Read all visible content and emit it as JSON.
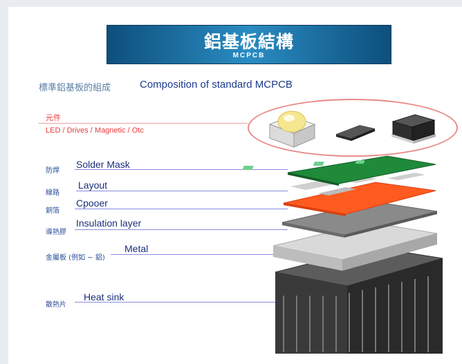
{
  "banner": {
    "title": "鋁基板結構",
    "subtitle": "MCPCB"
  },
  "heading": {
    "zh": "標準鋁基板的組成",
    "en": "Composition of standard MCPCB"
  },
  "components": {
    "zh": "元件",
    "en": "LED / Drives / Magnetic / Otc"
  },
  "layers": [
    {
      "zh": "防焊",
      "en": "Solder Mask",
      "color": "#1f8a3a"
    },
    {
      "zh": "線路",
      "en": "Layout",
      "color": "#c9c9c9"
    },
    {
      "zh": "銅箔",
      "en": "Cpooer",
      "color": "#ff5a1f"
    },
    {
      "zh": "導熱膠",
      "en": "Insulation layer",
      "color": "#8a8a8a"
    },
    {
      "zh": "金屬板 (例如 ~ 鋁)",
      "en": "Metal",
      "color": "#d9d9d9"
    },
    {
      "zh": "散熱片",
      "en": "Heat sink",
      "color": "#3a3a3a"
    }
  ],
  "colors": {
    "accent": "#1a3a8c",
    "banner": "#1d6fa5",
    "component_line": "#e63b3b"
  }
}
